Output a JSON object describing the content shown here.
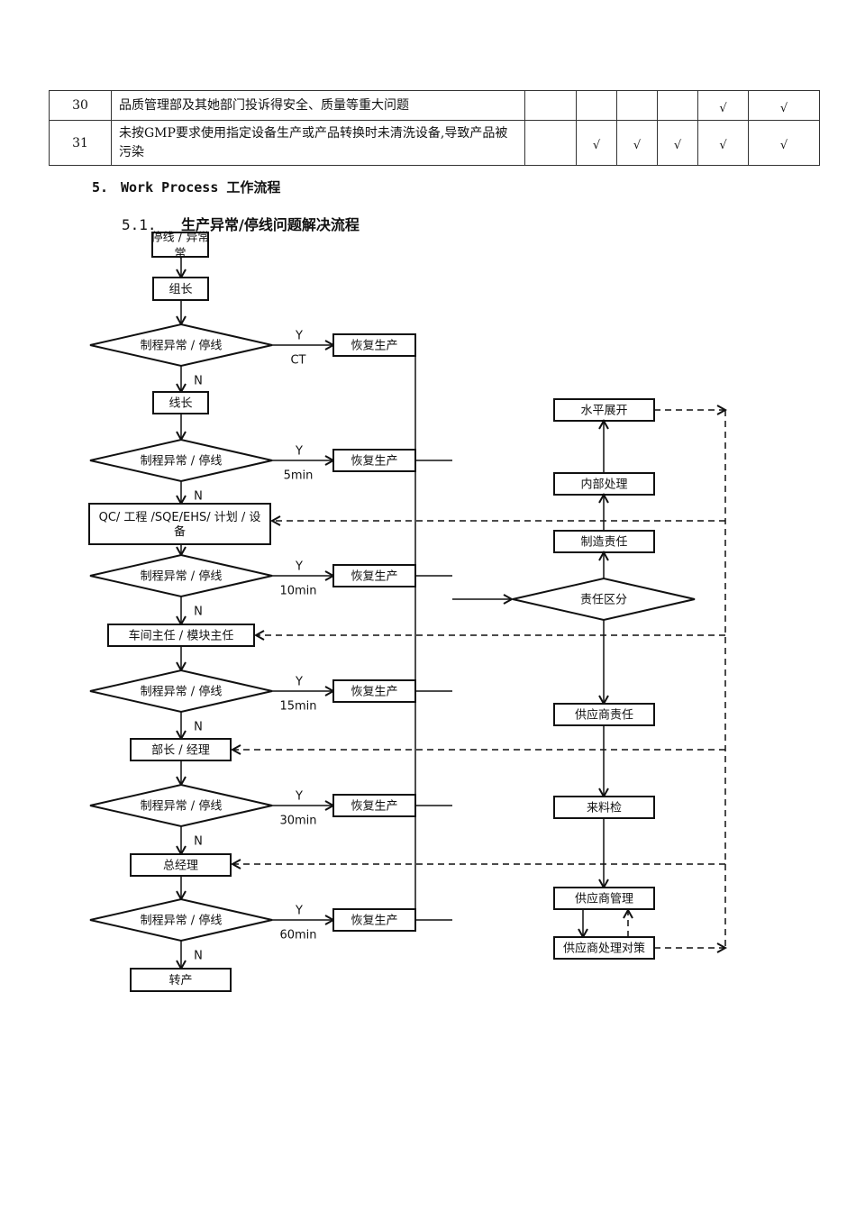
{
  "table": {
    "rows": [
      {
        "num": "30",
        "desc": "品质管理部及其她部门投诉得安全、质量等重大问题",
        "checks": [
          false,
          false,
          false,
          false,
          true,
          true
        ]
      },
      {
        "num": "31",
        "desc": "未按GMP要求使用指定设备生产或产品转换时未清洗设备,导致产品被污染",
        "checks": [
          false,
          true,
          true,
          true,
          true,
          true
        ]
      }
    ],
    "check_symbol": "√"
  },
  "section5": {
    "number": "5.",
    "title_en": "Work Process",
    "title_cn": "工作流程"
  },
  "section51": {
    "number": "5.1.",
    "title": "生产异常/停线问题解决流程"
  },
  "flowchart": {
    "start": "停线 / 异常",
    "start_line2": "常",
    "levels": [
      {
        "owner": "组长",
        "decision": "制程异常 / 停线",
        "yes": "Y",
        "time": "CT",
        "no": "N",
        "resume": "恢复生产"
      },
      {
        "owner": "线长",
        "decision": "制程异常 / 停线",
        "yes": "Y",
        "time": "5min",
        "no": "N",
        "resume": "恢复生产"
      },
      {
        "owner": "QC/ 工程 /SQE/EHS/ 计划 / 设",
        "owner_line2": "备",
        "decision": "制程异常 / 停线",
        "yes": "Y",
        "time": "10min",
        "no": "N",
        "resume": "恢复生产"
      },
      {
        "owner": "车间主任 / 模块主任",
        "decision": "制程异常 / 停线",
        "yes": "Y",
        "time": "15min",
        "no": "N",
        "resume": "恢复生产"
      },
      {
        "owner": "部长 / 经理",
        "decision": "制程异常 / 停线",
        "yes": "Y",
        "time": "30min",
        "no": "N",
        "resume": "恢复生产"
      },
      {
        "owner": "总经理",
        "decision": "制程异常 / 停线",
        "yes": "Y",
        "time": "60min",
        "no": "N",
        "resume": "恢复生产"
      }
    ],
    "end": "转产",
    "right": {
      "decision": "责任区分",
      "internal": [
        "制造责任",
        "内部处理",
        "水平展开"
      ],
      "supplier": [
        "供应商责任",
        "来料检",
        "供应商管理",
        "供应商处理对策"
      ]
    }
  }
}
